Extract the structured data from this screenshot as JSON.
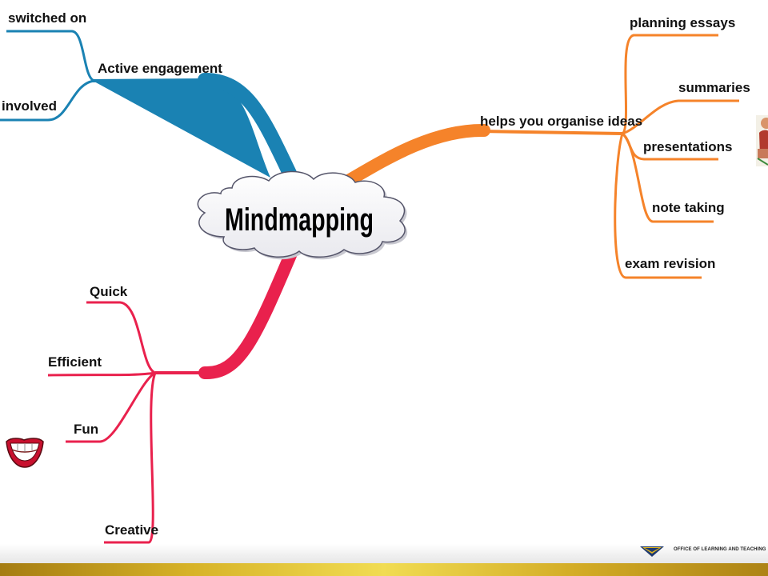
{
  "center": {
    "title": "Mindmapping"
  },
  "colors": {
    "blue": "#1a82b3",
    "orange": "#f5832a",
    "red": "#e9214d"
  },
  "branches": {
    "blue": {
      "main": "Active engagement",
      "children": [
        "switched on",
        "involved"
      ]
    },
    "orange": {
      "main": "helps you organise ideas",
      "children": [
        "planning essays",
        "summaries",
        "presentations",
        "note taking",
        "exam revision"
      ]
    },
    "red": {
      "children": [
        "Quick",
        "Efficient",
        "Fun",
        "Creative"
      ]
    }
  },
  "images": [
    "smiling-mouth",
    "person-clipart"
  ],
  "footer": {
    "text": "OFFICE OF LEARNING AND TEACHING"
  }
}
